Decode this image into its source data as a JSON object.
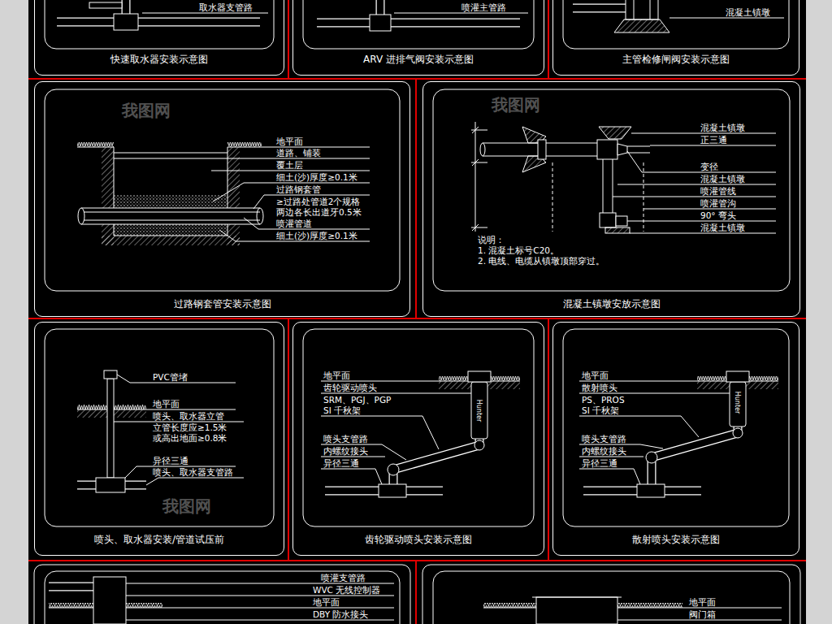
{
  "diagram": {
    "nodes": [
      {
        "text": [
          "快速取水器安装示意图"
        ]
      },
      {
        "text": [
          "ARV 进排气阀安装示意图"
        ]
      },
      {
        "text": [
          "主管检修闸阀安装示意图"
        ]
      },
      {
        "text": [
          "过路钢套管安装示意图"
        ]
      },
      {
        "text": [
          "混凝土镇墩安放示意图"
        ]
      },
      {
        "text": [
          "喷头、取水器安装/管道试压前"
        ]
      },
      {
        "text": [
          "齿轮驱动喷头安装示意图"
        ]
      },
      {
        "text": [
          "散射喷头安装示意图"
        ]
      }
    ],
    "labels": [
      "取水器支管路",
      "喷灌主管路",
      "混凝土镇墩",
      "地平面",
      "道路、铺装",
      "覆土层",
      "细土(沙)厚度≥0.1米",
      "过路钢套管",
      "≥过路处管道2个规格",
      "两边各长出道牙0.5米",
      "喷灌管道",
      "细土(沙)厚度≥0.1米",
      "混凝土镇墩",
      "正三通",
      "变径",
      "混凝土镇墩",
      "喷灌管线",
      "喷灌管沟",
      "90° 弯头",
      "混凝土镇墩",
      "说明：",
      "1. 混凝土标号C20。",
      "2. 电线、电缆从镇墩顶部穿过。",
      "PVC管堵",
      "地平面",
      "喷头、取水器立管",
      "立管长度应≥1.5米",
      "或高出地面≥0.8米",
      "异径三通",
      "喷头、取水器支管路",
      "地平面",
      "齿轮驱动喷头",
      "SRM、PGJ、PGP",
      "SI 千秋架",
      "喷头支管路",
      "内螺纹接头",
      "异径三通",
      "Hunter",
      "地平面",
      "散射喷头",
      "PS、PROS",
      "SI 千秋架",
      "喷头支管路",
      "内螺纹接头",
      "异径三通",
      "Hunter",
      "喷灌支管路",
      "WVC 无线控制器",
      "地平面",
      "DBY 防水接头",
      "地平面",
      "阀门箱",
      "我图网",
      "我图网",
      "我图网"
    ]
  }
}
